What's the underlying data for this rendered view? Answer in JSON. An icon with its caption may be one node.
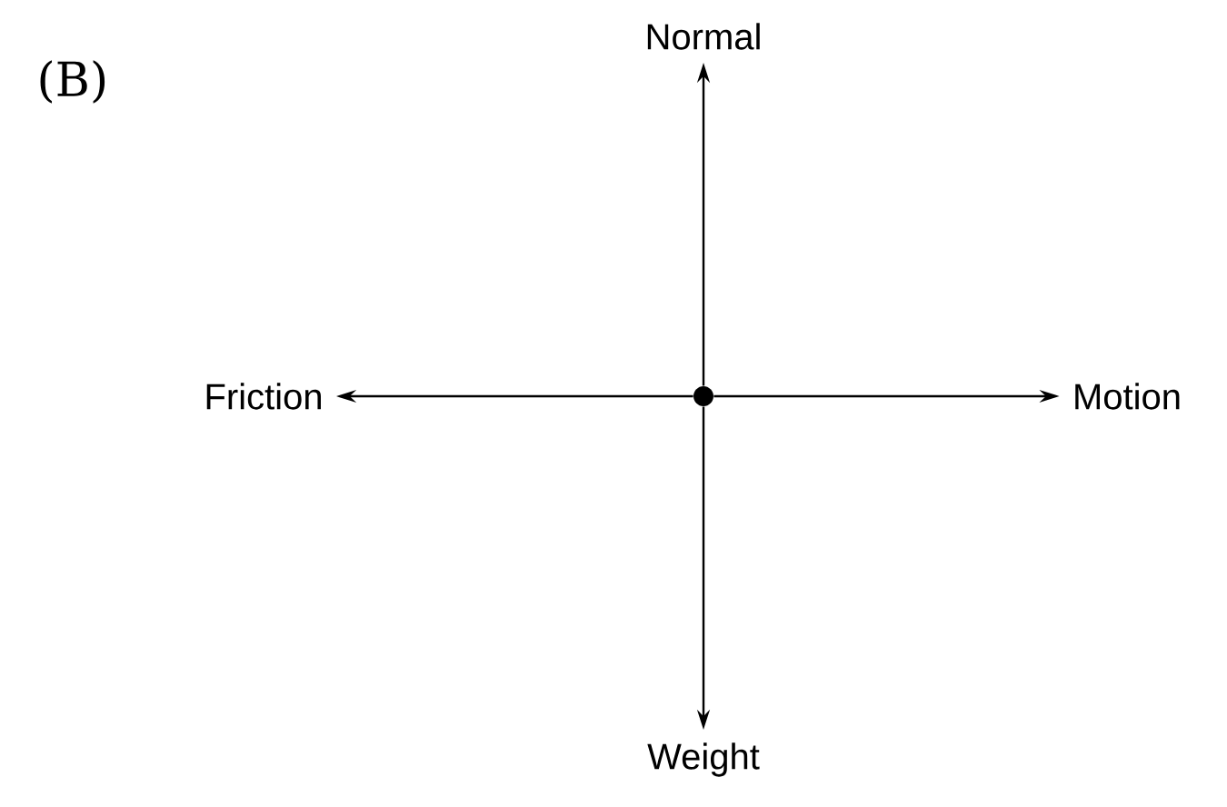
{
  "diagram": {
    "nodes": [
      {
        "text": [
          "Normal"
        ]
      },
      {
        "text": [
          "Friction"
        ]
      },
      {
        "text": [],
        "shape": "circle"
      },
      {
        "text": [
          "Motion"
        ]
      },
      {
        "text": [
          "Weight"
        ]
      }
    ],
    "edges": [
      {
        "from": 2,
        "to": 0,
        "arrow": "to"
      },
      {
        "from": 2,
        "to": 1,
        "arrow": "to"
      },
      {
        "from": 2,
        "to": 3,
        "arrow": "to"
      },
      {
        "from": 2,
        "to": 4,
        "arrow": "to"
      }
    ],
    "labels": [
      "(B)"
    ]
  }
}
